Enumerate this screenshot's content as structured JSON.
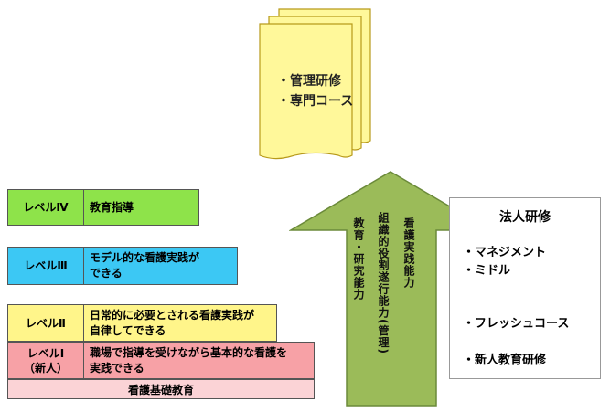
{
  "paper": {
    "line1": "・管理研修",
    "line2": "・専門コース"
  },
  "levels": {
    "l4": {
      "label": "レベルⅣ",
      "desc": "教育指導"
    },
    "l3": {
      "label": "レベルⅢ",
      "desc_line1": "モデル的な看護実践が",
      "desc_line2": "できる"
    },
    "l2": {
      "label": "レベルⅡ",
      "desc_line1": "日常的に必要とされる看護実践が",
      "desc_line2": "自律してできる"
    },
    "l1": {
      "label_line1": "レベルⅠ",
      "label_line2": "（新人）",
      "desc_line1": "職場で指導を受けながら基本的な看護を",
      "desc_line2": "実践できる"
    },
    "base": "看護基礎教育"
  },
  "arrow": {
    "col1": "看護実践能力",
    "col2": "組織的役割遂行能力(管理)",
    "col3": "教育・研究能力"
  },
  "corporate": {
    "title": "法人研修",
    "items": [
      "・マネジメント",
      "・ミドル",
      "・フレッシュコース",
      "・新人教育研修"
    ]
  },
  "colors": {
    "level4": "#8ee34a",
    "level3": "#3cc8f4",
    "level2": "#fff58a",
    "level1": "#f7a1a6",
    "base": "#fbd3d6",
    "arrow": "#9bbb59",
    "paper": "#fff89a"
  }
}
